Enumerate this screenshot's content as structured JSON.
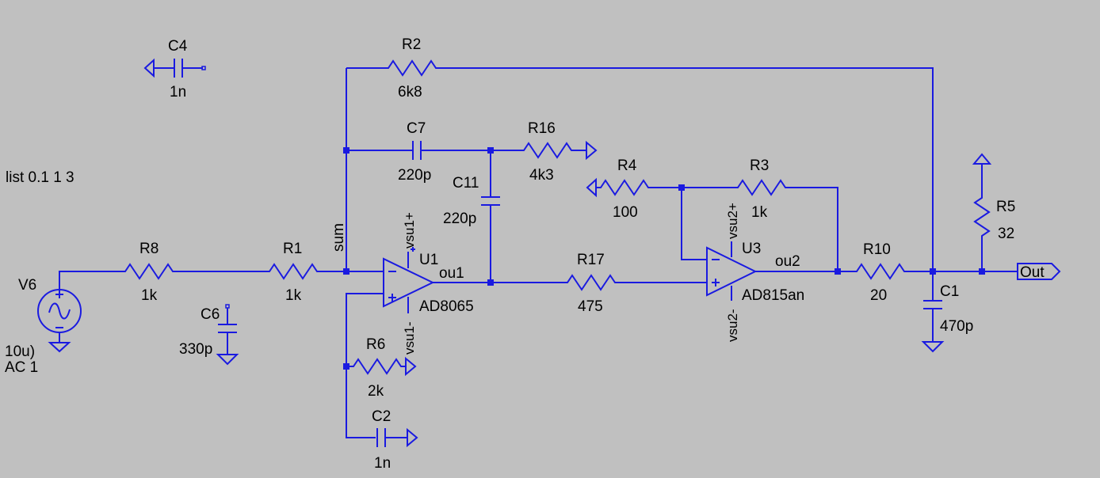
{
  "colors": {
    "background": "#c0c0c0",
    "wire": "#1a1ae0",
    "text": "#000000"
  },
  "directive": "list 0.1 1 3",
  "source": {
    "name": "V6",
    "spec1": "10u)",
    "spec2": "AC 1"
  },
  "parts": {
    "R1": {
      "name": "R1",
      "value": "1k"
    },
    "R2": {
      "name": "R2",
      "value": "6k8"
    },
    "R3": {
      "name": "R3",
      "value": "1k"
    },
    "R4": {
      "name": "R4",
      "value": "100"
    },
    "R5": {
      "name": "R5",
      "value": "32"
    },
    "R6": {
      "name": "R6",
      "value": "2k"
    },
    "R8": {
      "name": "R8",
      "value": "1k"
    },
    "R10": {
      "name": "R10",
      "value": "20"
    },
    "R16": {
      "name": "R16",
      "value": "4k3"
    },
    "R17": {
      "name": "R17",
      "value": "475"
    },
    "C1": {
      "name": "C1",
      "value": "470p"
    },
    "C2": {
      "name": "C2",
      "value": "1n"
    },
    "C4": {
      "name": "C4",
      "value": "1n"
    },
    "C6": {
      "name": "C6",
      "value": "330p"
    },
    "C7": {
      "name": "C7",
      "value": "220p"
    },
    "C11": {
      "name": "C11",
      "value": "220p"
    },
    "U1": {
      "name": "U1",
      "model": "AD8065",
      "vplus": "vsu1+",
      "vminus": "vsu1-"
    },
    "U3": {
      "name": "U3",
      "model": "AD815an",
      "vplus": "vsu2+",
      "vminus": "vsu2-"
    }
  },
  "nets": {
    "sum": "sum",
    "ou1": "ou1",
    "ou2": "ou2"
  },
  "port": {
    "label": "Out"
  }
}
